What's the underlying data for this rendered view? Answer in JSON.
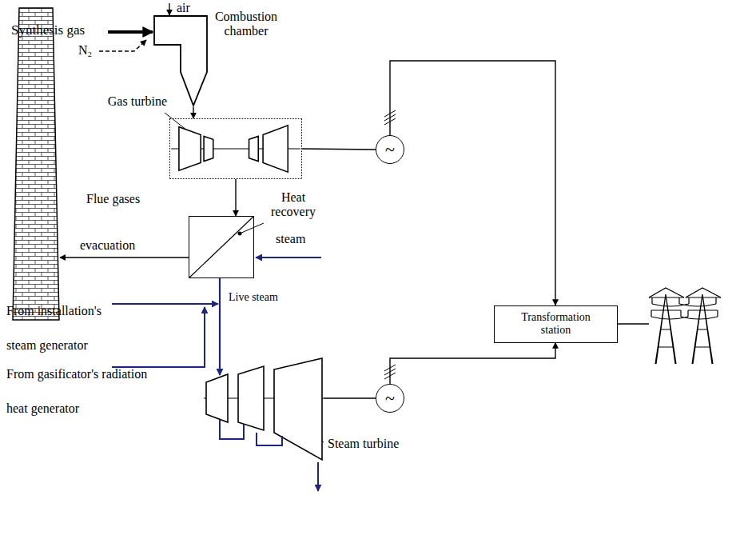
{
  "diagram": {
    "nodes": [
      {
        "text": [
          "Combustion chamber"
        ]
      },
      {
        "text": [
          "Gas turbine"
        ]
      },
      {
        "text": [
          "~"
        ]
      },
      {
        "text": [
          "Heat recovery"
        ]
      },
      {
        "text": [
          "Steam turbine"
        ]
      },
      {
        "text": [
          "~"
        ]
      },
      {
        "text": [
          "Transformation station"
        ]
      }
    ],
    "edges": [
      {
        "from": 0,
        "to": 1,
        "arrow": "to"
      },
      {
        "from": 1,
        "to": 2,
        "arrow": "none"
      },
      {
        "from": 2,
        "to": 6,
        "arrow": "to"
      },
      {
        "from": 1,
        "to": 3,
        "arrow": "to",
        "label": "Flue gases"
      },
      {
        "from": 3,
        "to": 4,
        "arrow": "to",
        "label": "Live steam"
      },
      {
        "from": 4,
        "to": 5,
        "arrow": "none"
      },
      {
        "from": 5,
        "to": 6,
        "arrow": "to"
      }
    ],
    "labels": [
      "air",
      "Synthesis gas",
      "N₂",
      "steam",
      "evacuation",
      "From installation's steam generator",
      "From gasificator's radiation heat generator"
    ]
  }
}
